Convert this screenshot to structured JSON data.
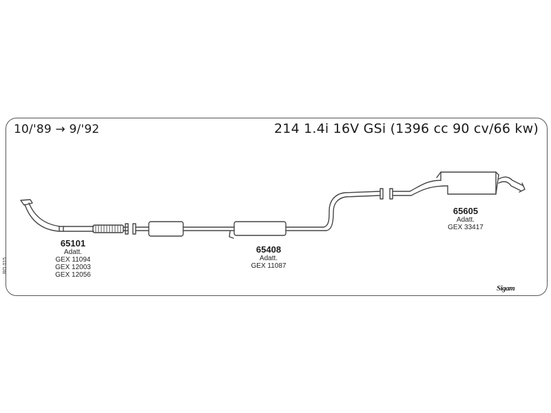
{
  "header": {
    "date_range": "10/'89 → 9/'92",
    "model": "214 1.4i 16V GSi (1396 cc 90 cv/66 kw)"
  },
  "ref_code": "RO 015",
  "brand_logo_text": "Sigam",
  "parts": [
    {
      "number": "65101",
      "lines": [
        "Adatt.",
        "GEX 11094",
        "GEX 12003",
        "GEX 12056"
      ]
    },
    {
      "number": "65408",
      "lines": [
        "Adatt.",
        "GEX 11087"
      ]
    },
    {
      "number": "65605",
      "lines": [
        "Adatt.",
        "GEX 33417"
      ]
    }
  ]
}
